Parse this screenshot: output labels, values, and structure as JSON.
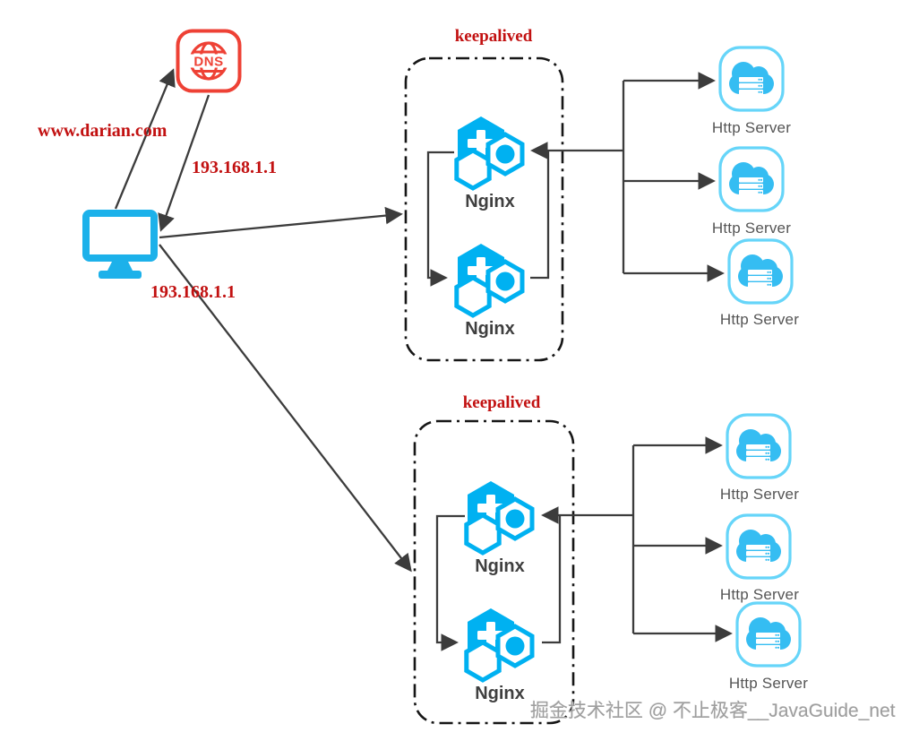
{
  "diagram": {
    "client": {
      "domain": "www.darian.com",
      "resolved_ip": "193.168.1.1",
      "virtual_ip": "193.168.1.1"
    },
    "dns": {
      "label": "DNS"
    },
    "clusters": [
      {
        "title": "keepalived",
        "nodes": [
          {
            "label": "Nginx"
          },
          {
            "label": "Nginx"
          }
        ],
        "servers": [
          {
            "label": "Http Server"
          },
          {
            "label": "Http Server"
          },
          {
            "label": "Http Server"
          }
        ]
      },
      {
        "title": "keepalived",
        "nodes": [
          {
            "label": "Nginx"
          },
          {
            "label": "Nginx"
          }
        ],
        "servers": [
          {
            "label": "Http Server"
          },
          {
            "label": "Http Server"
          },
          {
            "label": "Http Server"
          }
        ]
      }
    ],
    "watermark": "掘金技术社区 @ 不止极客__JavaGuide_net",
    "colors": {
      "monitor_cyan": "#1cb1ea",
      "nginx_cyan": "#00b1f1",
      "cloud_blue": "#35bdf2",
      "cloud_border": "#66d5f9",
      "dns_red": "#ee4135",
      "label_red": "#c21111",
      "line_gray": "#3c3c3c",
      "node_label_gray": "#3f3f3f",
      "watermark_gray": "#9e9e9e"
    }
  }
}
